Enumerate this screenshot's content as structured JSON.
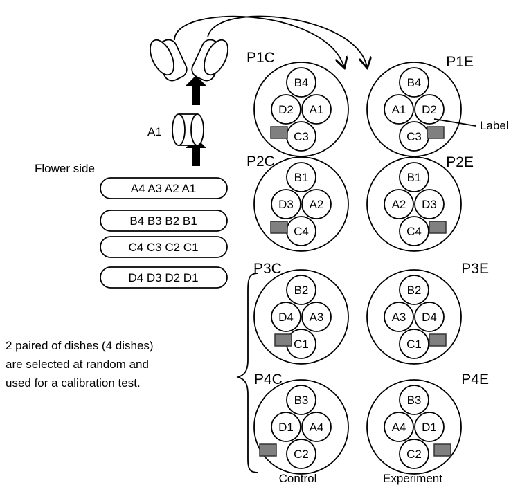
{
  "segment_label": "A1",
  "flower_side": "Flower side",
  "rows": [
    "A4 A3 A2 A1",
    "B4 B3 B2 B1",
    "C4 C3 C2 C1",
    "D4 D3 D2 D1"
  ],
  "label_callout": "Label",
  "note": [
    "2 paired of dishes (4 dishes)",
    "are selected at random and",
    "used for a calibration test."
  ],
  "column_labels": {
    "control": "Control",
    "experiment": "Experiment"
  },
  "dishes": [
    {
      "id": "P1C",
      "top": "B4",
      "left": "D2",
      "right": "A1",
      "bottom": "C3"
    },
    {
      "id": "P1E",
      "top": "B4",
      "left": "A1",
      "right": "D2",
      "bottom": "C3"
    },
    {
      "id": "P2C",
      "top": "B1",
      "left": "D3",
      "right": "A2",
      "bottom": "C4"
    },
    {
      "id": "P2E",
      "top": "B1",
      "left": "A2",
      "right": "D3",
      "bottom": "C4"
    },
    {
      "id": "P3C",
      "top": "B2",
      "left": "D4",
      "right": "A3",
      "bottom": "C1"
    },
    {
      "id": "P3E",
      "top": "B2",
      "left": "A3",
      "right": "D4",
      "bottom": "C1"
    },
    {
      "id": "P4C",
      "top": "B3",
      "left": "D1",
      "right": "A4",
      "bottom": "C2"
    },
    {
      "id": "P4E",
      "top": "B3",
      "left": "A4",
      "right": "D1",
      "bottom": "C2"
    }
  ]
}
